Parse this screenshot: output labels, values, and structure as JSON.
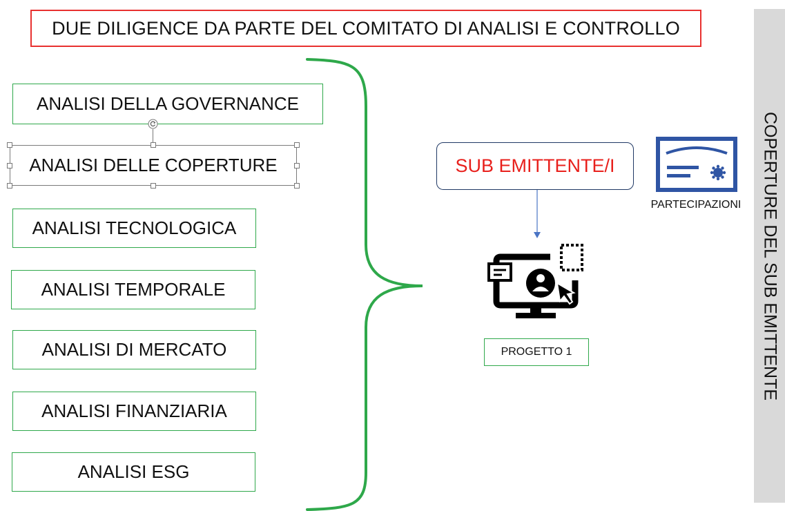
{
  "header": {
    "title": "DUE DILIGENCE DA PARTE DEL COMITATO DI ANALISI E CONTROLLO"
  },
  "analyses": [
    "ANALISI DELLA GOVERNANCE",
    "ANALISI DELLE COPERTURE",
    "ANALISI TECNOLOGICA",
    "ANALISI TEMPORALE",
    "ANALISI DI MERCATO",
    "ANALISI FINANZIARIA",
    "ANALISI ESG"
  ],
  "sub_issuer": {
    "label": "SUB EMITTENTE/I",
    "color": "#e8201c"
  },
  "participations": {
    "label": "PARTECIPAZIONI",
    "icon": "certificate-icon"
  },
  "project": {
    "label": "PROGETTO 1",
    "icon": "monitor-user-icon"
  },
  "side_panel": {
    "label": "COPERTURE DEL SUB EMITTENTE"
  },
  "colors": {
    "accent_green": "#2ea84a",
    "title_border": "#e8302f",
    "navy": "#1f3864",
    "icon_blue": "#2f55a4"
  }
}
